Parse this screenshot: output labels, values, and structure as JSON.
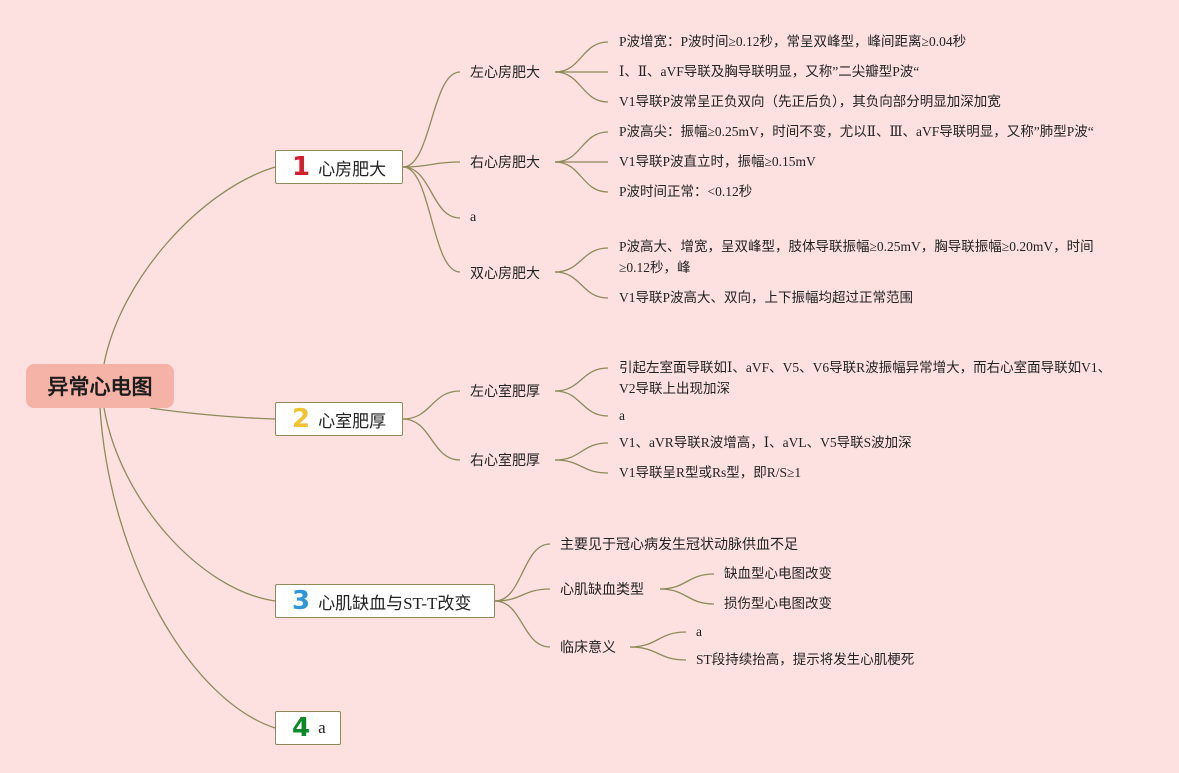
{
  "root": {
    "label": "异常心电图"
  },
  "branches": [
    {
      "number": "1",
      "label": "心房肥大",
      "subs": [
        {
          "label": "左心房肥大",
          "items": [
            "P波增宽：P波时间≥0.12秒，常呈双峰型，峰间距离≥0.04秒",
            "Ⅰ、Ⅱ、aVF导联及胸导联明显，又称”二尖瓣型P波“",
            "V1导联P波常呈正负双向（先正后负），其负向部分明显加深加宽"
          ]
        },
        {
          "label": "右心房肥大",
          "items": [
            "P波高尖：振幅≥0.25mV，时间不变，尤以Ⅱ、Ⅲ、aVF导联明显，又称”肺型P波“",
            "V1导联P波直立时，振幅≥0.15mV",
            "P波时间正常：<0.12秒"
          ]
        },
        {
          "label": "a",
          "items": []
        },
        {
          "label": "双心房肥大",
          "items": [
            "P波高大、增宽，呈双峰型，肢体导联振幅≥0.25mV，胸导联振幅≥0.20mV，时间≥0.12秒，峰",
            "V1导联P波高大、双向，上下振幅均超过正常范围"
          ]
        }
      ]
    },
    {
      "number": "2",
      "label": "心室肥厚",
      "subs": [
        {
          "label": "左心室肥厚",
          "items": [
            "引起左室面导联如Ⅰ、aVF、V5、V6导联R波振幅异常增大，而右心室面导联如V1、V2导联上出现加深",
            "a"
          ]
        },
        {
          "label": "右心室肥厚",
          "items": [
            "V1、aVR导联R波增高，Ⅰ、aVL、V5导联S波加深",
            "V1导联呈R型或Rs型，即R/S≥1"
          ]
        }
      ]
    },
    {
      "number": "3",
      "label": "心肌缺血与ST-T改变",
      "subs": [
        {
          "label": "主要见于冠心病发生冠状动脉供血不足",
          "items": []
        },
        {
          "label": "心肌缺血类型",
          "items": [
            "缺血型心电图改变",
            "损伤型心电图改变"
          ]
        },
        {
          "label": "临床意义",
          "items": [
            "a",
            "ST段持续抬高，提示将发生心肌梗死"
          ]
        }
      ]
    },
    {
      "number": "4",
      "label": "a",
      "subs": []
    }
  ],
  "colors": {
    "background": "#fde1e1",
    "root_fill": "#f5b3a8",
    "line": "#8d8a5a",
    "num1": "#d21f2e",
    "num2": "#f1c232",
    "num3": "#2f96d8",
    "num4": "#0c8a2a"
  }
}
